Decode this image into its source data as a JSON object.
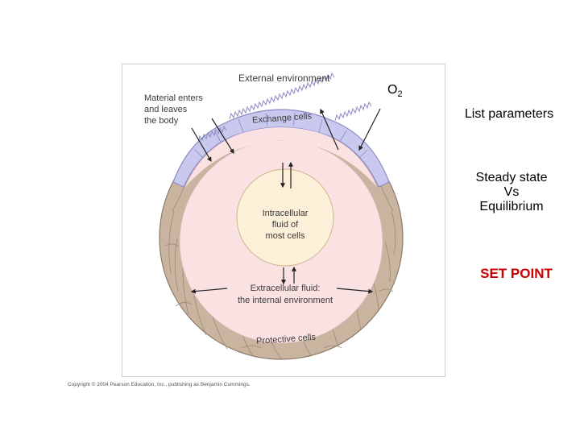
{
  "diagram": {
    "external_environment": "External environment",
    "material_label": [
      "Material enters",
      "and leaves",
      "the body"
    ],
    "exchange_cells": "Exchange cells",
    "intracellular": [
      "Intracellular",
      "fluid of",
      "most cells"
    ],
    "extracellular": [
      "Extracellular fluid:",
      "the internal environment"
    ],
    "protective_cells": "Protective cells"
  },
  "o2": {
    "base": "O",
    "subscript": "2"
  },
  "side_notes": {
    "list_parameters": "List parameters",
    "steady_state": "Steady state",
    "vs": "Vs",
    "equilibrium": "Equilibrium",
    "set_point": "SET POINT"
  },
  "copyright": "Copyright © 2004 Pearson Education, Inc., publishing as Benjamin Cummings.",
  "colors": {
    "exchange_layer": "#c9c8ee",
    "protective_layer": "#c9b49f",
    "extracellular_fluid": "#fbe2e2",
    "intracellular_fluid": "#fdf0d8",
    "set_point_text": "#cc0000"
  }
}
